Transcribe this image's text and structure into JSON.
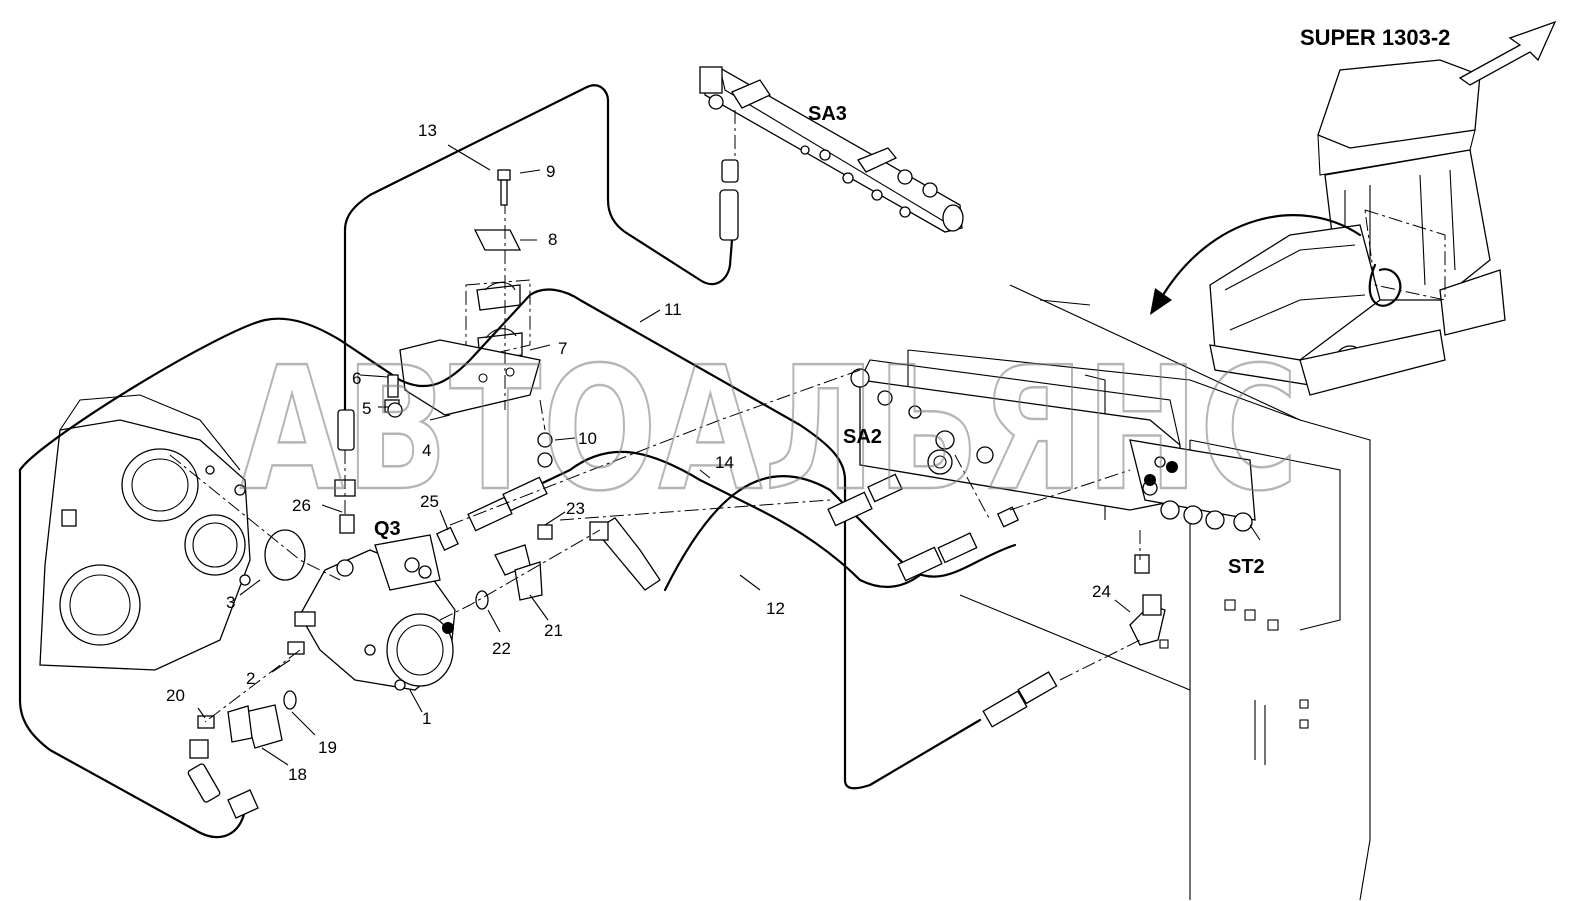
{
  "model_label": "SUPER 1303-2",
  "watermark": "АВТОАЛЬЯНС",
  "assembly_codes": {
    "sa3": "SA3",
    "sa2": "SA2",
    "q3": "Q3",
    "st2": "ST2"
  },
  "callouts": {
    "c1": "1",
    "c2": "2",
    "c3": "3",
    "c4": "4",
    "c5": "5",
    "c6": "6",
    "c7": "7",
    "c8": "8",
    "c9": "9",
    "c10": "10",
    "c11": "11",
    "c12": "12",
    "c13": "13",
    "c14": "14",
    "c18": "18",
    "c19": "19",
    "c20": "20",
    "c21": "21",
    "c22": "22",
    "c23": "23",
    "c24": "24",
    "c25": "25",
    "c26": "26"
  },
  "colors": {
    "ink": "#000000",
    "watermark": "#7a7a7a",
    "paper": "#ffffff"
  }
}
